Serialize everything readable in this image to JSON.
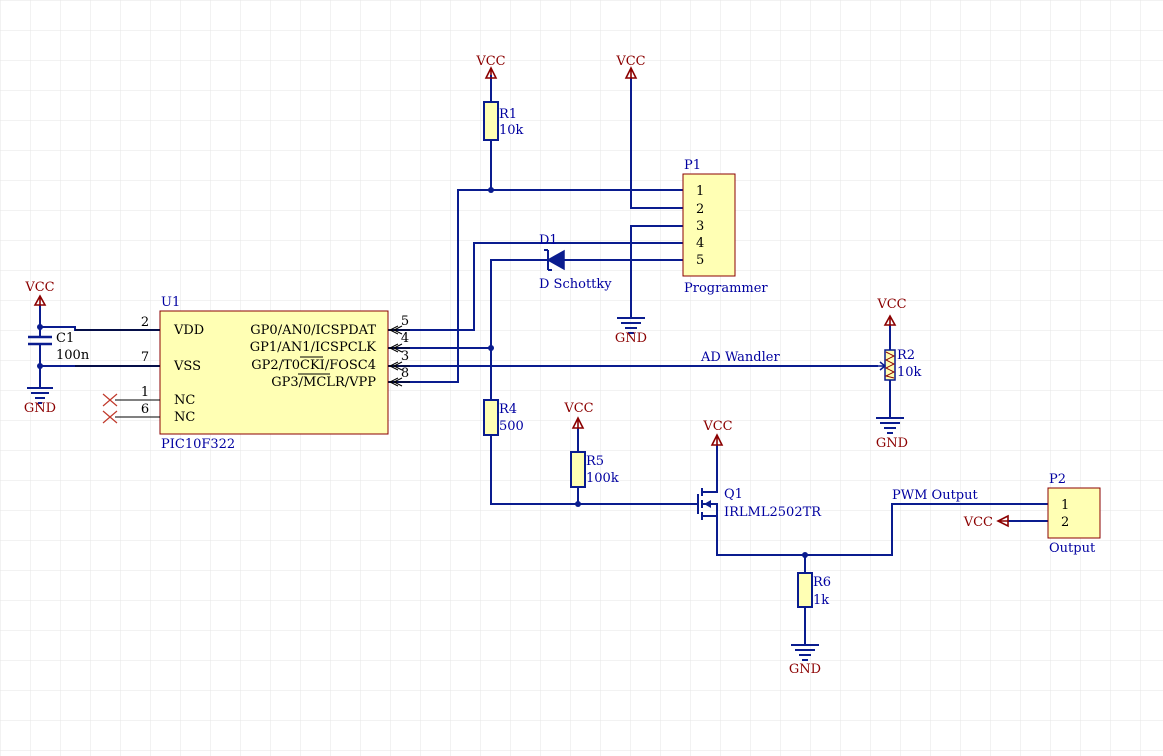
{
  "colors": {
    "wire": "#0a1c8f",
    "component_fill": "#ffffb4",
    "component_border": "#8b0000",
    "power_text": "#8b0000",
    "label_text": "#0000a0",
    "grid": "#e6e6e6"
  },
  "power": {
    "vcc": "VCC",
    "gnd": "GND"
  },
  "u1": {
    "designator": "U1",
    "part": "PIC10F322",
    "pins_left": [
      {
        "name": "VDD",
        "num": "2"
      },
      {
        "name": "VSS",
        "num": "7"
      },
      {
        "name": "NC",
        "num": "1"
      },
      {
        "name": "NC",
        "num": "6"
      }
    ],
    "pins_right": [
      {
        "name": "GP0/AN0/ICSPDAT",
        "num": "5"
      },
      {
        "name": "GP1/AN1/ICSPCLK",
        "num": "4"
      },
      {
        "name": "GP2/T0CKI/FOSC4",
        "num": "3"
      },
      {
        "name": "GP3/MCLR/VPP",
        "num": "8"
      }
    ]
  },
  "c1": {
    "designator": "C1",
    "value": "100n"
  },
  "r1": {
    "designator": "R1",
    "value": "10k"
  },
  "r2": {
    "designator": "R2",
    "value": "10k"
  },
  "r4": {
    "designator": "R4",
    "value": "500"
  },
  "r5": {
    "designator": "R5",
    "value": "100k"
  },
  "r6": {
    "designator": "R6",
    "value": "1k"
  },
  "d1": {
    "designator": "D1",
    "value": "D Schottky"
  },
  "q1": {
    "designator": "Q1",
    "value": "IRLML2502TR"
  },
  "p1": {
    "designator": "P1",
    "name": "Programmer",
    "pins": [
      "1",
      "2",
      "3",
      "4",
      "5"
    ]
  },
  "p2": {
    "designator": "P2",
    "name": "Output",
    "pins": [
      "1",
      "2"
    ]
  },
  "nets": {
    "ad": "AD Wandler",
    "pwm": "PWM Output"
  }
}
